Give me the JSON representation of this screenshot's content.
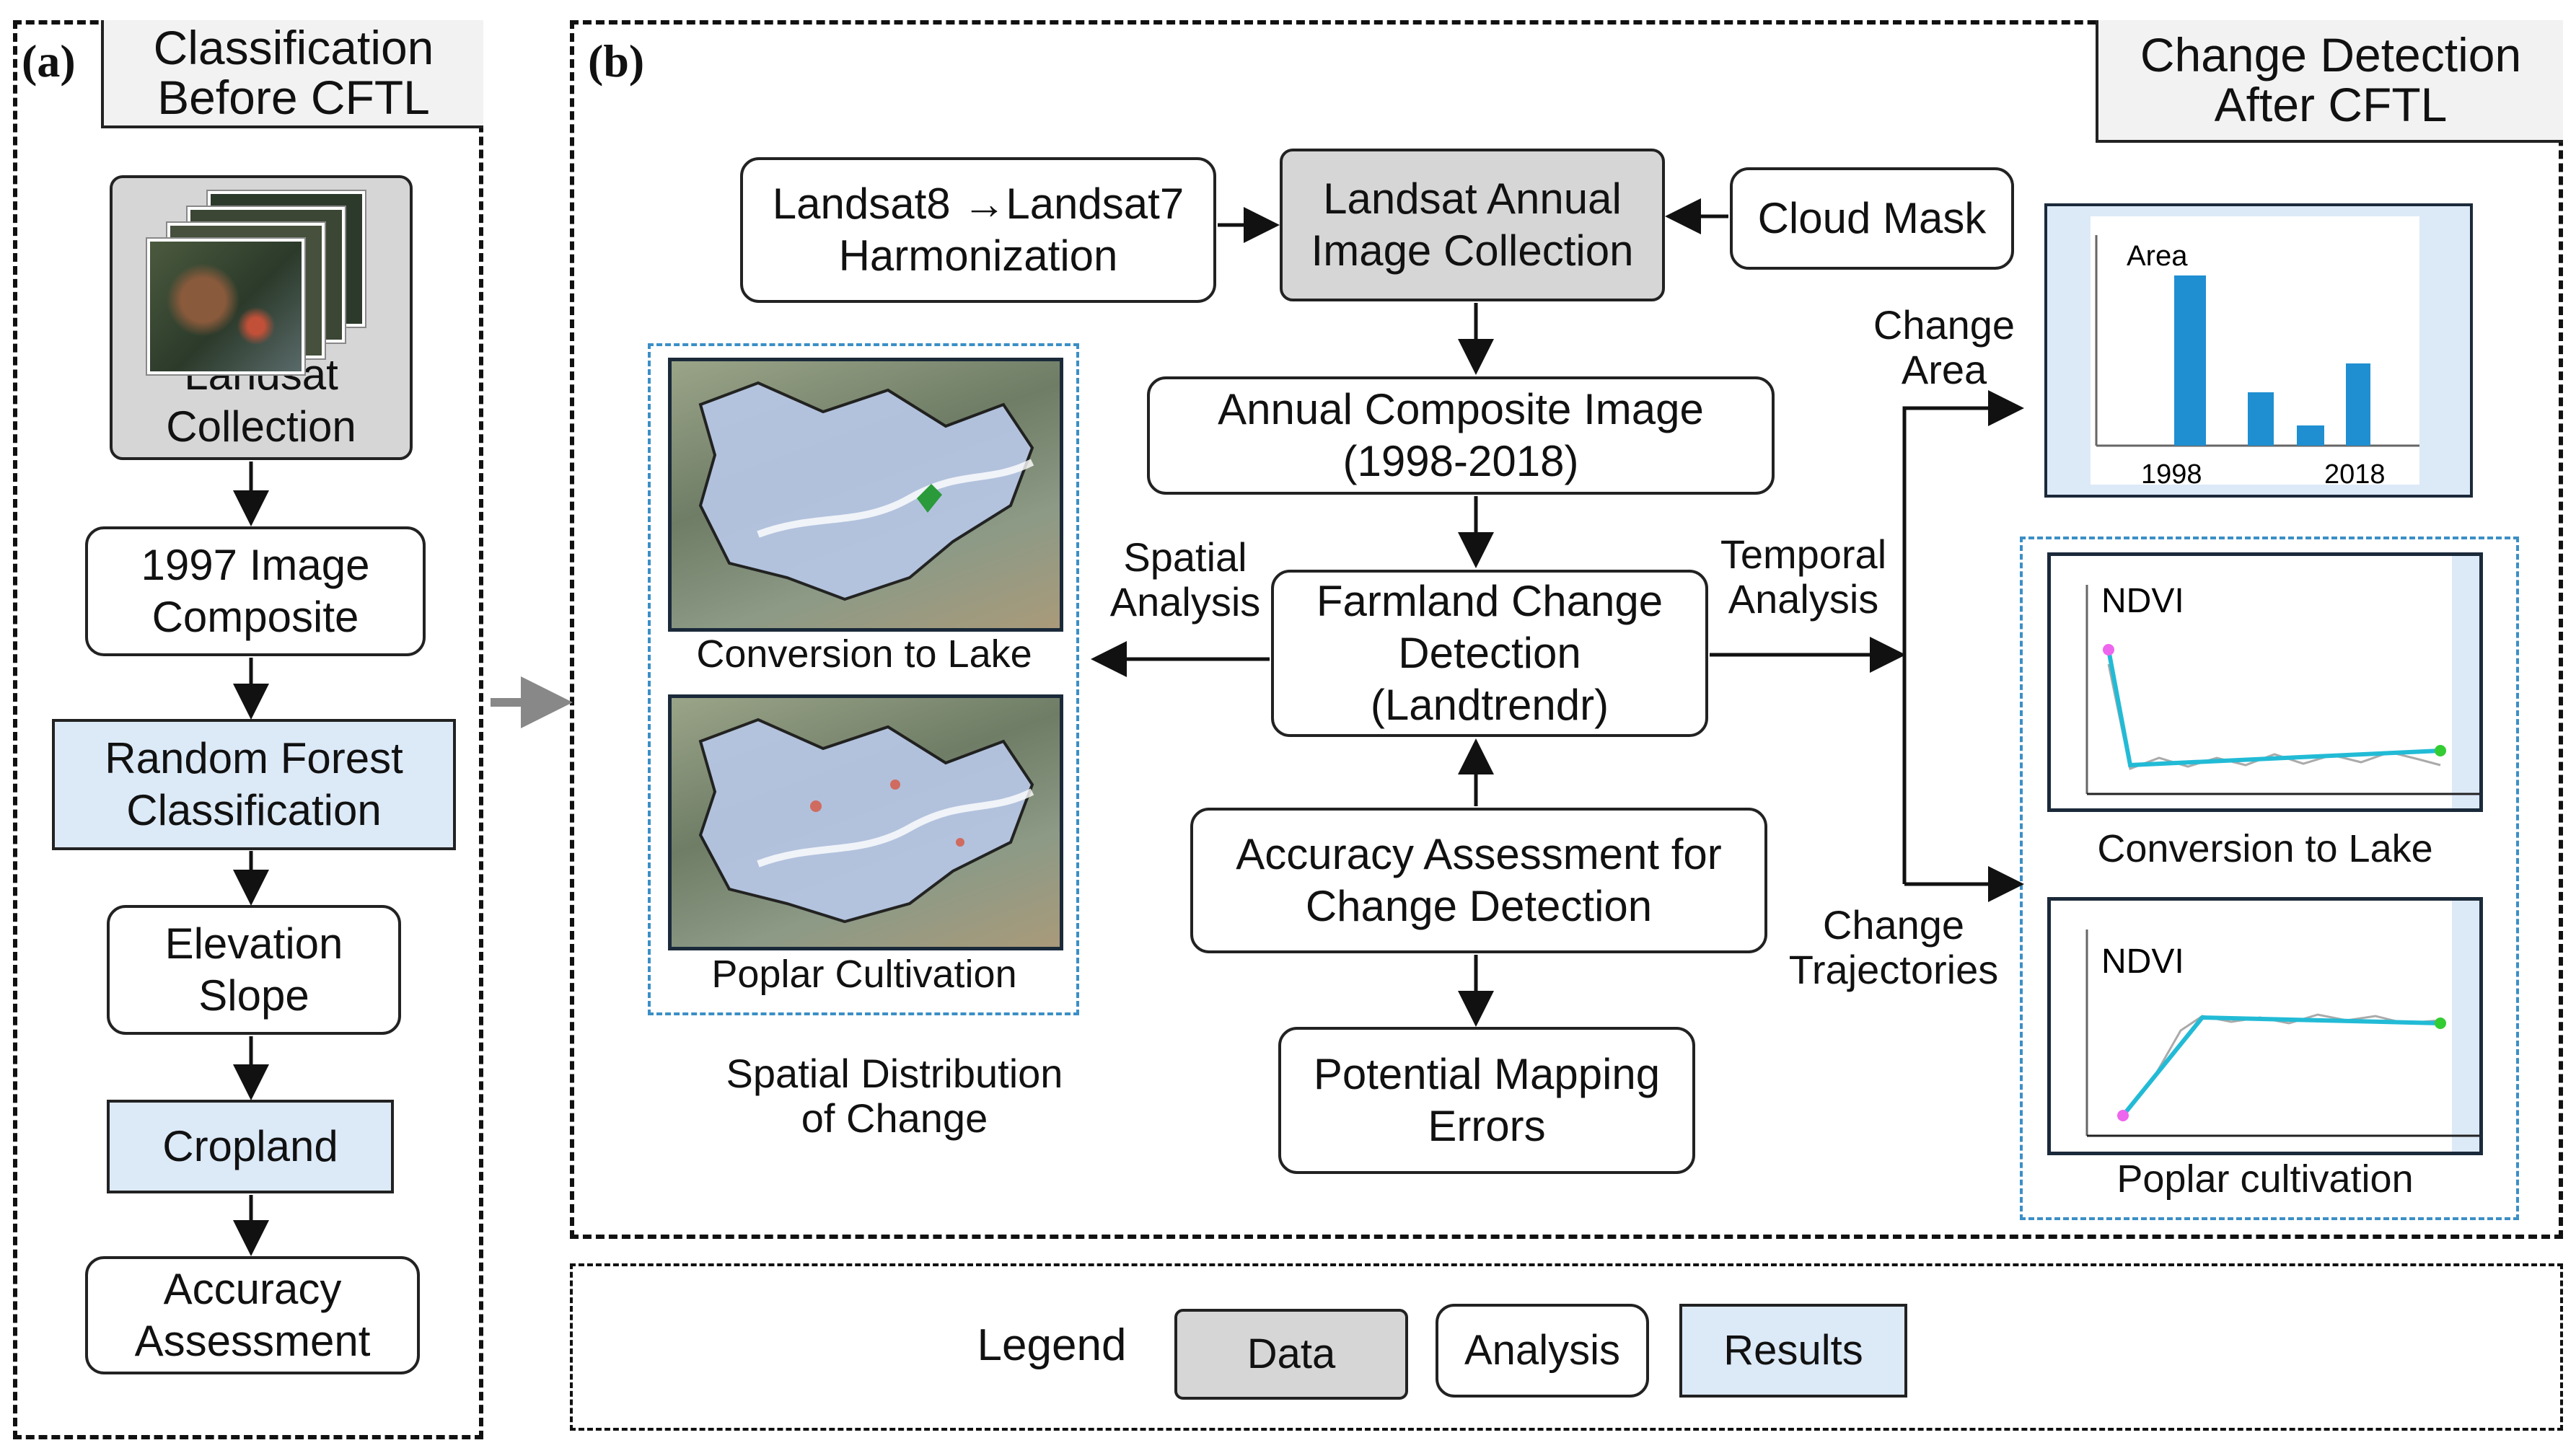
{
  "panel_a": {
    "letter": "(a)",
    "title": "Classification\nBefore CFTL",
    "steps": {
      "landsat": "Landsat\nCollection",
      "composite": "1997 Image\nComposite",
      "rf": "Random Forest\nClassification",
      "elev": "Elevation\nSlope",
      "cropland": "Cropland",
      "accuracy": "Accuracy\nAssessment"
    }
  },
  "panel_b": {
    "letter": "(b)",
    "title": "Change Detection\nAfter CFTL",
    "harmonization": "Landsat8 →Landsat7\nHarmonization",
    "annual_collection": "Landsat  Annual\nImage  Collection",
    "cloud_mask": "Cloud Mask",
    "annual_composite": "Annual Composite Image\n(1998-2018)",
    "farmland": "Farmland Change\nDetection\n(Landtrendr)",
    "accuracy_cd": "Accuracy Assessment for\nChange Detection",
    "potential": "Potential Mapping\nErrors",
    "spatial_analysis": "Spatial\nAnalysis",
    "temporal_analysis": "Temporal\nAnalysis",
    "change_area": "Change\nArea",
    "change_trajectories": "Change\nTrajectories",
    "map_captions": [
      "Conversion to Lake",
      "Poplar Cultivation"
    ],
    "spatial_distribution": "Spatial Distribution\nof  Change",
    "bar_chart": {
      "ylabel": "Area",
      "x_labels": [
        "1998",
        "2018"
      ]
    },
    "ndvi_charts": [
      {
        "ylabel": "NDVI",
        "caption": "Conversion to Lake"
      },
      {
        "ylabel": "NDVI",
        "caption": "Poplar cultivation"
      }
    ]
  },
  "legend": {
    "label": "Legend",
    "data": "Data",
    "analysis": "Analysis",
    "results": "Results"
  },
  "colors": {
    "data_fill": "#d6d6d6",
    "results_fill": "#dce9f7",
    "bar_blue": "#1f8fd1",
    "trend_cyan": "#22bbd6",
    "start_point": "#ee66ee",
    "end_point": "#33cc33",
    "dashed_blue": "#3b8fc6"
  }
}
